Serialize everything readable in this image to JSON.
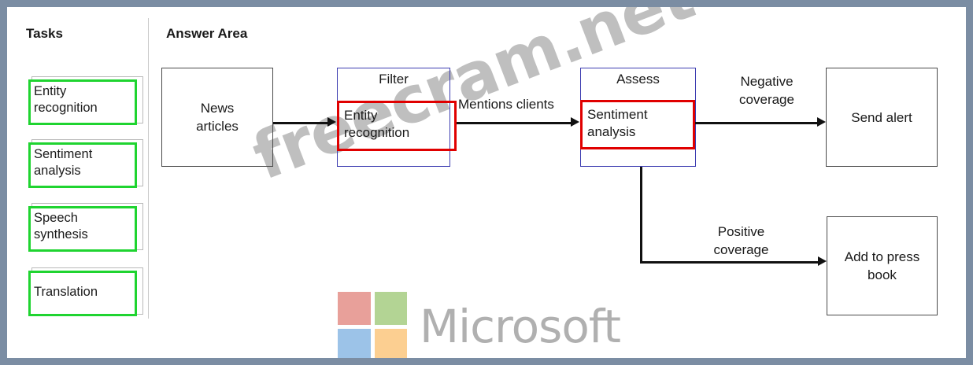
{
  "frame": {
    "border_color": "#7b8da3",
    "background": "#ffffff"
  },
  "tasks_panel": {
    "title": "Tasks",
    "items": [
      {
        "label": "Entity\nrecognition",
        "border_color": "#1fd430"
      },
      {
        "label": "Sentiment\nanalysis",
        "border_color": "#1fd430"
      },
      {
        "label": "Speech\nsynthesis",
        "border_color": "#1fd430"
      },
      {
        "label": "Translation",
        "border_color": "#1fd430"
      }
    ]
  },
  "answer_area": {
    "title": "Answer Area",
    "nodes": {
      "news": "News\narticles",
      "send_alert": "Send alert",
      "press_book": "Add to press\nbook"
    },
    "groups": [
      {
        "title": "Filter",
        "border_color": "#3b3bb0",
        "dropped_answer": "Entity\nrecognition",
        "answer_border_color": "#e00000"
      },
      {
        "title": "Assess",
        "border_color": "#3b3bb0",
        "dropped_answer": "Sentiment\nanalysis",
        "answer_border_color": "#e00000"
      }
    ],
    "edge_labels": {
      "mentions": "Mentions clients",
      "negative": "Negative\ncoverage",
      "positive": "Positive\ncoverage"
    }
  },
  "watermark": {
    "text": "freecram.net",
    "color": "#bfbfbf",
    "brand": "Microsoft",
    "brand_color": "#b0b0b0",
    "logo_squares": [
      {
        "name": "top-left-red",
        "color": "#e8a09a"
      },
      {
        "name": "top-right-green",
        "color": "#b3d494"
      },
      {
        "name": "bottom-left-blue",
        "color": "#9cc3e8"
      },
      {
        "name": "bottom-right-amber",
        "color": "#fccf91"
      }
    ]
  }
}
